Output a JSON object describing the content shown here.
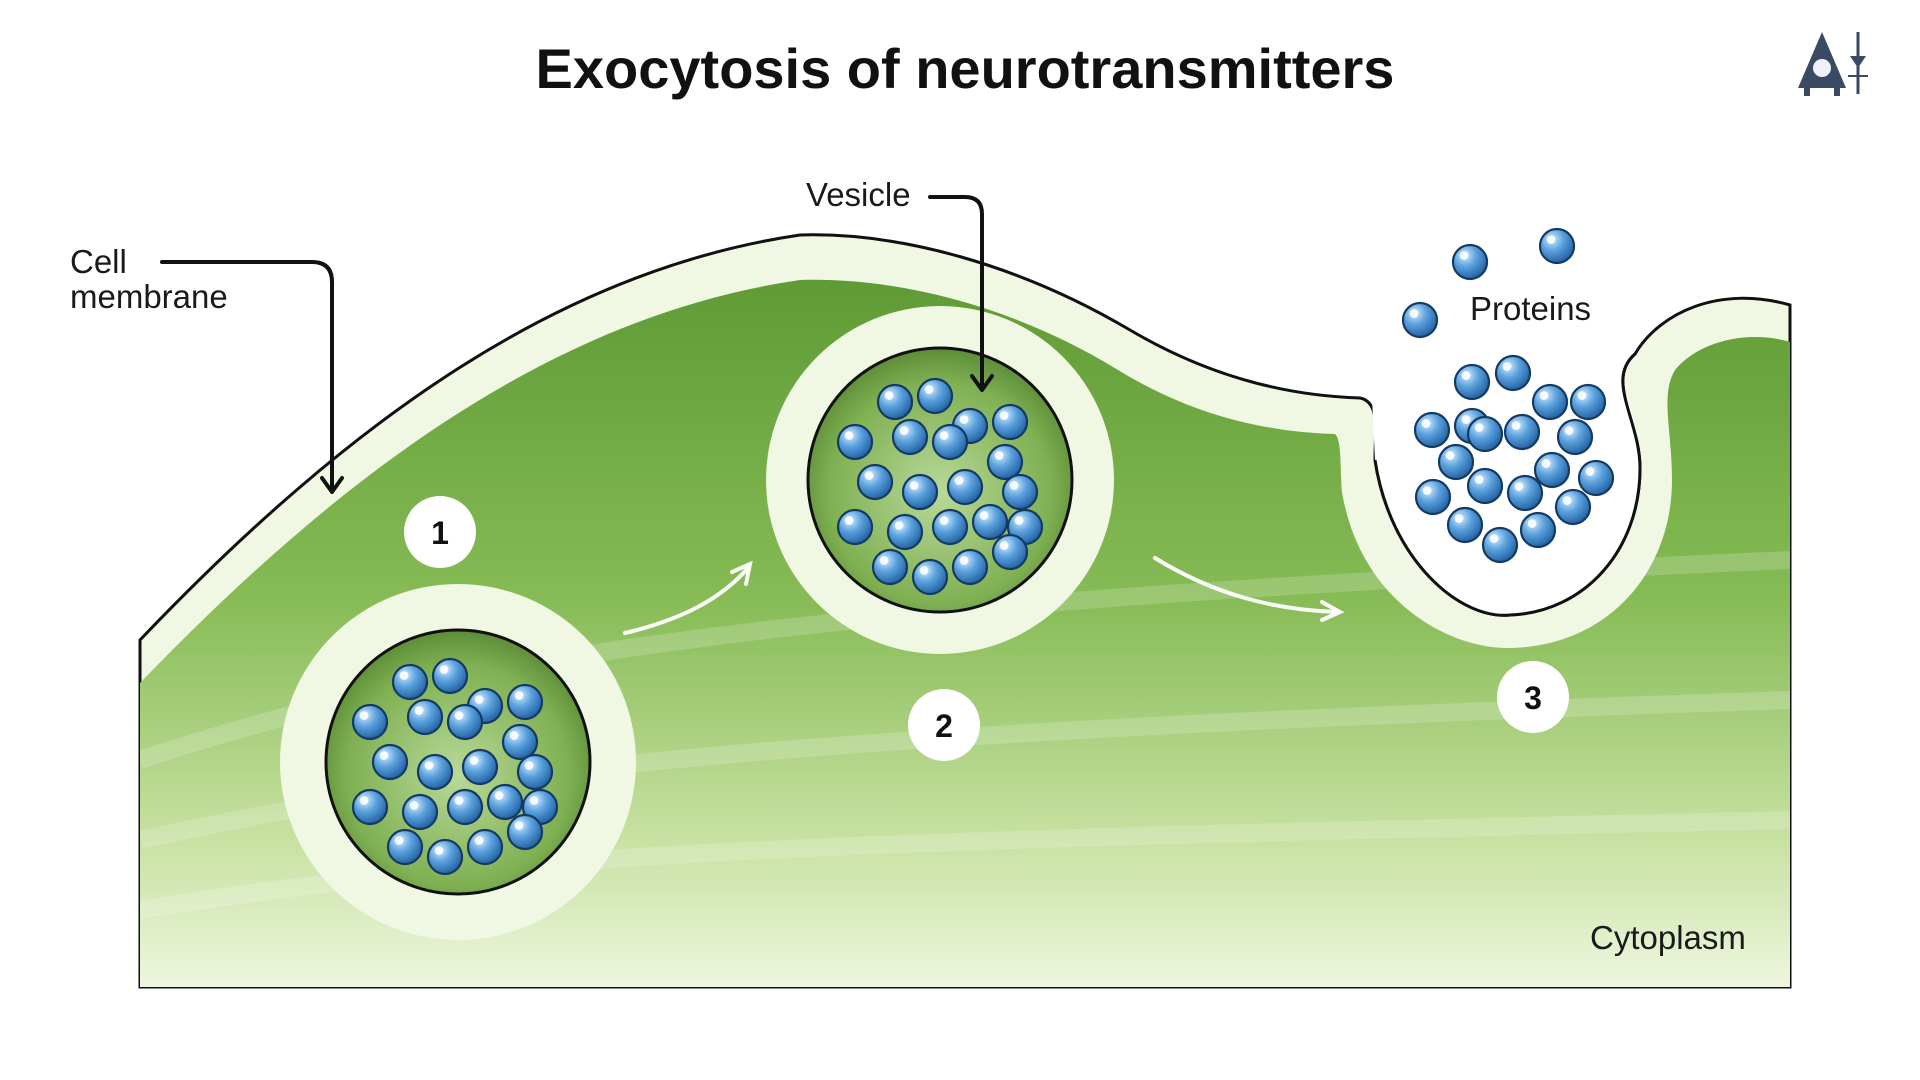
{
  "title": "Exocytosis of neurotransmitters",
  "labels": {
    "cell_membrane_line1": "Cell",
    "cell_membrane_line2": "membrane",
    "vesicle": "Vesicle",
    "proteins": "Proteins",
    "cytoplasm": "Cytoplasm"
  },
  "steps": [
    "1",
    "2",
    "3"
  ],
  "logo_icon": "bell-flask-logo-icon",
  "colors": {
    "cytoplasm_dark": "#6aa53e",
    "cytoplasm_light": "#eef6df",
    "membrane": "#f0f7e2",
    "protein": "#4f96d6",
    "outline": "#111111",
    "logo": "#3a4a63"
  }
}
